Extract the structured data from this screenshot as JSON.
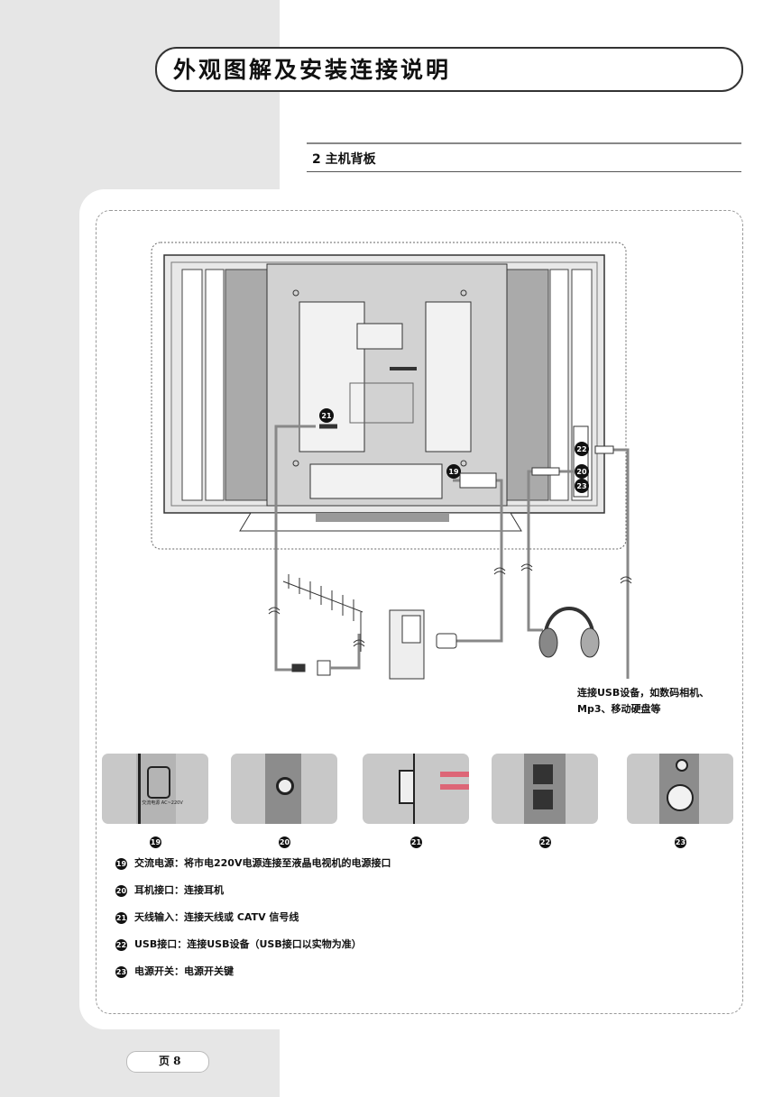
{
  "header": {
    "title": "外观图解及安装连接说明"
  },
  "section": {
    "title": "2 主机背板"
  },
  "callouts": {
    "ant": "21",
    "power": "19",
    "usb": "22",
    "phone": "20",
    "switch": "23"
  },
  "usb_note": {
    "line1": "连接USB设备，如数码相机、",
    "line2": "Mp3、移动硬盘等"
  },
  "thumbnails": [
    {
      "num": "19",
      "caption": "交流电源 AC~220V"
    },
    {
      "num": "20"
    },
    {
      "num": "21"
    },
    {
      "num": "22"
    },
    {
      "num": "23"
    }
  ],
  "legend": [
    {
      "num": "19",
      "text": "交流电源：将市电220V电源连接至液晶电视机的电源接口"
    },
    {
      "num": "20",
      "text": "耳机接口：连接耳机"
    },
    {
      "num": "21",
      "text": "天线输入：连接天线或 CATV 信号线"
    },
    {
      "num": "22",
      "text": "USB接口：连接USB设备（USB接口以实物为准）"
    },
    {
      "num": "23",
      "text": "电源开关：电源开关键"
    }
  ],
  "footer": {
    "page": "页 8"
  }
}
